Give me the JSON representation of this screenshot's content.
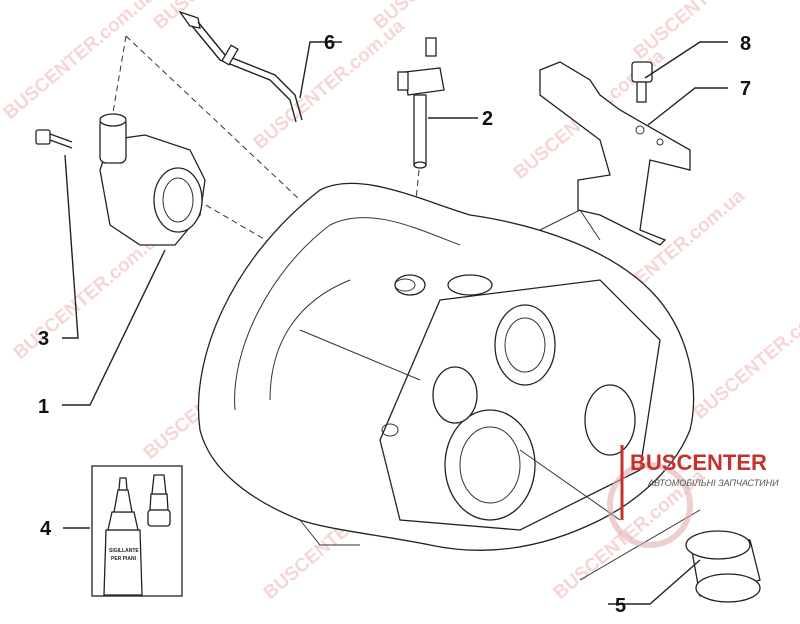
{
  "callouts": [
    {
      "id": "1",
      "text": "1"
    },
    {
      "id": "2",
      "text": "2"
    },
    {
      "id": "3",
      "text": "3"
    },
    {
      "id": "4",
      "text": "4"
    },
    {
      "id": "5",
      "text": "5"
    },
    {
      "id": "6",
      "text": "6"
    },
    {
      "id": "7",
      "text": "7"
    },
    {
      "id": "8",
      "text": "8"
    }
  ],
  "bottle_label": {
    "line1": "SIGILLANTE",
    "line2": "PER PIANI"
  },
  "watermark": {
    "text": "BUSCENTER.com.ua"
  },
  "logo": {
    "name": "BUSCENTER",
    "tagline": "АВТОМОБІЛЬНІ ЗАПЧАСТИНИ"
  },
  "colors": {
    "logo": "#c9302c",
    "watermark": "#e88a8a",
    "ink": "#222222"
  }
}
